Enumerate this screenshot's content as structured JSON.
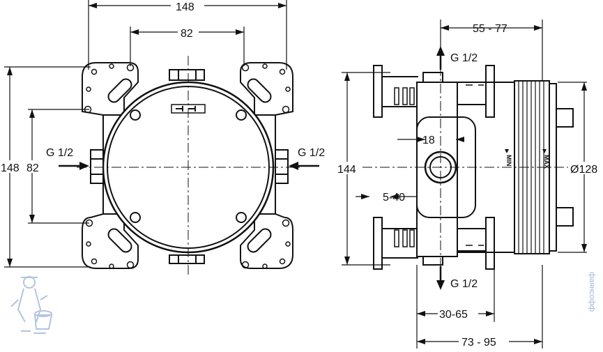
{
  "front_view": {
    "dim_width_outer": "148",
    "dim_width_inner": "82",
    "dim_height_outer": "148",
    "dim_height_inner": "82",
    "label_inlet_left": "G 1/2",
    "label_inlet_right": "G 1/2"
  },
  "side_view": {
    "dim_top": "55 - 77",
    "dim_port": "18",
    "dim_tile": "5-40",
    "dim_height": "144",
    "dim_diameter": "Ø128",
    "dim_depth_inner": "30-65",
    "dim_depth_outer": "73 - 95",
    "label_outlet_top": "G 1/2",
    "label_outlet_bottom": "G 1/2",
    "marker_min": "MIN",
    "marker_max": "MAX"
  },
  "watermark": {
    "text": "фаянсофф",
    "mascot_icon": "plumber-mascot-icon"
  },
  "colors": {
    "line": "#111111",
    "watermark": "#9fb6d8"
  }
}
